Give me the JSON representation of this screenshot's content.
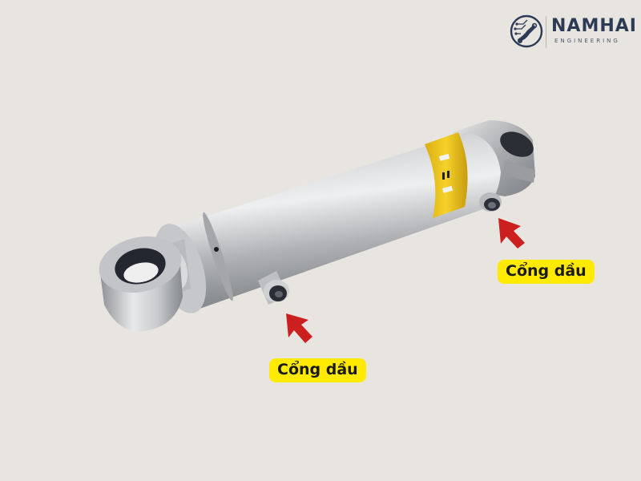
{
  "brand": {
    "name": "NAMHAI",
    "tagline": "ENGINEERING",
    "logo_icon": "circuit-gear-icon",
    "color": "#2b3a55"
  },
  "image": {
    "subject": "hydraulic-cylinder",
    "background_color": "#e8e5e0",
    "sticker_color": "#f2c81e"
  },
  "annotations": [
    {
      "id": "port-right",
      "label": "Cổng dầu",
      "arrow_color": "#cc1f1f",
      "label_bg": "#ffea00"
    },
    {
      "id": "port-left",
      "label": "Cổng dầu",
      "arrow_color": "#cc1f1f",
      "label_bg": "#ffea00"
    }
  ]
}
